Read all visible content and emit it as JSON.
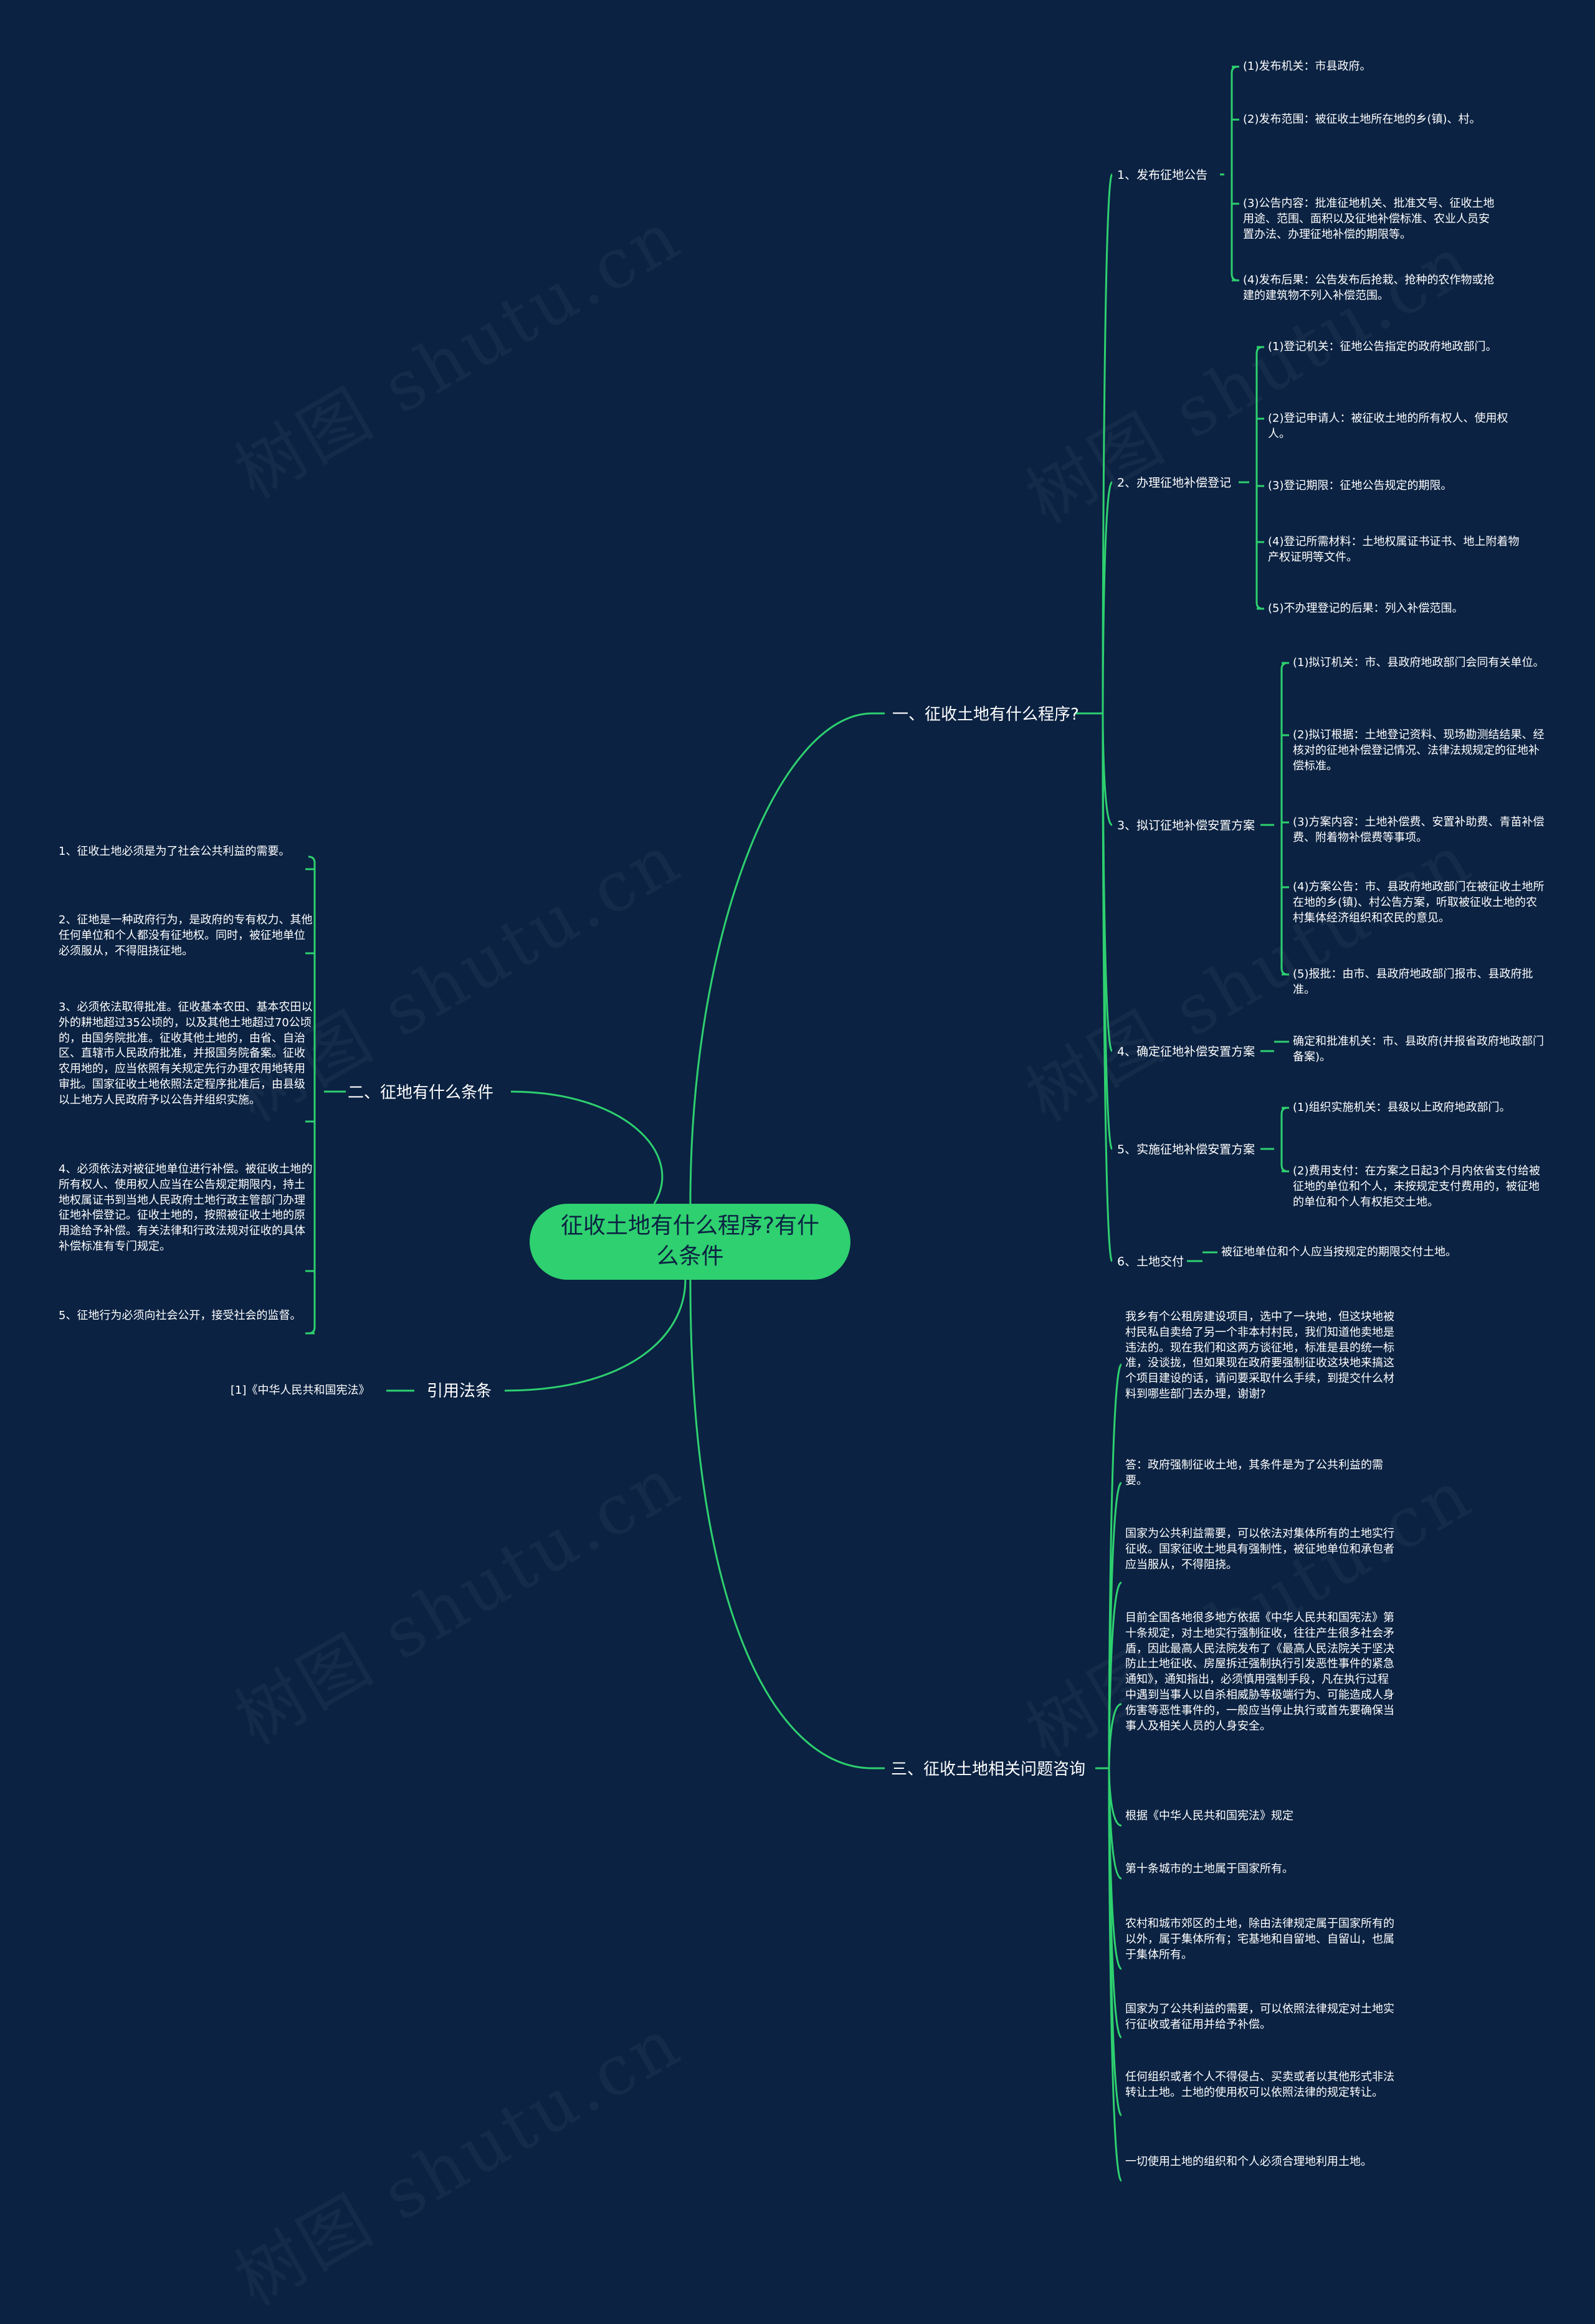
{
  "root": {
    "title": "征收土地有什么程序?有什么条件"
  },
  "watermark": "树图 shutu.cn",
  "colors": {
    "background": "#0b2242",
    "line": "#2ed06f",
    "root_fill": "#2ed06f",
    "text": "#ffffff"
  },
  "section1": {
    "title": "一、征收土地有什么程序?",
    "items": [
      {
        "label": "1、发布征地公告",
        "children": [
          "(1)发布机关：市县政府。",
          "(2)发布范围：被征收土地所在地的乡(镇)、村。",
          "(3)公告内容：批准征地机关、批准文号、征收土地用途、范围、面积以及征地补偿标准、农业人员安置办法、办理征地补偿的期限等。",
          "(4)发布后果：公告发布后抢栽、抢种的农作物或抢建的建筑物不列入补偿范围。"
        ]
      },
      {
        "label": "2、办理征地补偿登记",
        "children": [
          "(1)登记机关：征地公告指定的政府地政部门。",
          "(2)登记申请人：被征收土地的所有权人、使用权人。",
          "(3)登记期限：征地公告规定的期限。",
          "(4)登记所需材料：土地权属证书证书、地上附着物产权证明等文件。",
          "(5)不办理登记的后果：列入补偿范围。"
        ]
      },
      {
        "label": "3、拟订征地补偿安置方案",
        "children": [
          "(1)拟订机关：市、县政府地政部门会同有关单位。",
          "(2)拟订根据：土地登记资料、现场勘测结结果、经核对的征地补偿登记情况、法律法规规定的征地补偿标准。",
          "(3)方案内容：土地补偿费、安置补助费、青苗补偿费、附着物补偿费等事项。",
          "(4)方案公告：市、县政府地政部门在被征收土地所在地的乡(镇)、村公告方案，听取被征收土地的农村集体经济组织和农民的意见。",
          "(5)报批：由市、县政府地政部门报市、县政府批准。"
        ]
      },
      {
        "label": "4、确定征地补偿安置方案",
        "children": [
          "确定和批准机关：市、县政府(并报省政府地政部门备案)。"
        ]
      },
      {
        "label": "5、实施征地补偿安置方案",
        "children": [
          "(1)组织实施机关：县级以上政府地政部门。",
          "(2)费用支付：在方案之日起3个月内依省支付给被征地的单位和个人，未按规定支付费用的，被征地的单位和个人有权拒交土地。"
        ]
      },
      {
        "label": "6、土地交付",
        "children": [
          "被征地单位和个人应当按规定的期限交付土地。"
        ]
      }
    ]
  },
  "section2": {
    "title": "二、征地有什么条件",
    "items": [
      "1、征收土地必须是为了社会公共利益的需要。",
      "2、征地是一种政府行为，是政府的专有权力、其他任何单位和个人都没有征地权。同时，被征地单位必须服从，不得阻挠征地。",
      "3、必须依法取得批准。征收基本农田、基本农田以外的耕地超过35公顷的，以及其他土地超过70公顷的，由国务院批准。征收其他土地的，由省、自治区、直辖市人民政府批准，并报国务院备案。征收农用地的，应当依照有关规定先行办理农用地转用审批。国家征收土地依照法定程序批准后，由县级以上地方人民政府予以公告并组织实施。",
      "4、必须依法对被征地单位进行补偿。被征收土地的所有权人、使用权人应当在公告规定期限内，持土地权属证书到当地人民政府土地行政主管部门办理征地补偿登记。征收土地的，按照被征收土地的原用途给予补偿。有关法律和行政法规对征收的具体补偿标准有专门规定。",
      "5、征地行为必须向社会公开，接受社会的监督。"
    ]
  },
  "law": {
    "title": "引用法条",
    "items": [
      "[1]《中华人民共和国宪法》"
    ]
  },
  "section3": {
    "title": "三、征收土地相关问题咨询",
    "items": [
      "我乡有个公租房建设项目，选中了一块地，但这块地被村民私自卖给了另一个非本村村民，我们知道他卖地是违法的。现在我们和这两方谈征地，标准是县的统一标准，没谈拢，但如果现在政府要强制征收这块地来搞这个项目建设的话，请问要采取什么手续，到提交什么材料到哪些部门去办理，谢谢?",
      "答：政府强制征收土地，其条件是为了公共利益的需要。",
      "国家为公共利益需要，可以依法对集体所有的土地实行征收。国家征收土地具有强制性，被征地单位和承包者应当服从，不得阻挠。",
      "目前全国各地很多地方依据《中华人民共和国宪法》第十条规定，对土地实行强制征收，往往产生很多社会矛盾，因此最高人民法院发布了《最高人民法院关于坚决防止土地征收、房屋拆迁强制执行引发恶性事件的紧急通知》，通知指出，必须慎用强制手段，凡在执行过程中遇到当事人以自杀相威胁等极端行为、可能造成人身伤害等恶性事件的，一般应当停止执行或首先要确保当事人及相关人员的人身安全。",
      "根据《中华人民共和国宪法》规定",
      "第十条城市的土地属于国家所有。",
      "农村和城市郊区的土地，除由法律规定属于国家所有的以外，属于集体所有；宅基地和自留地、自留山，也属于集体所有。",
      "国家为了公共利益的需要，可以依照法律规定对土地实行征收或者征用并给予补偿。",
      "任何组织或者个人不得侵占、买卖或者以其他形式非法转让土地。土地的使用权可以依照法律的规定转让。",
      "一切使用土地的组织和个人必须合理地利用土地。"
    ]
  }
}
